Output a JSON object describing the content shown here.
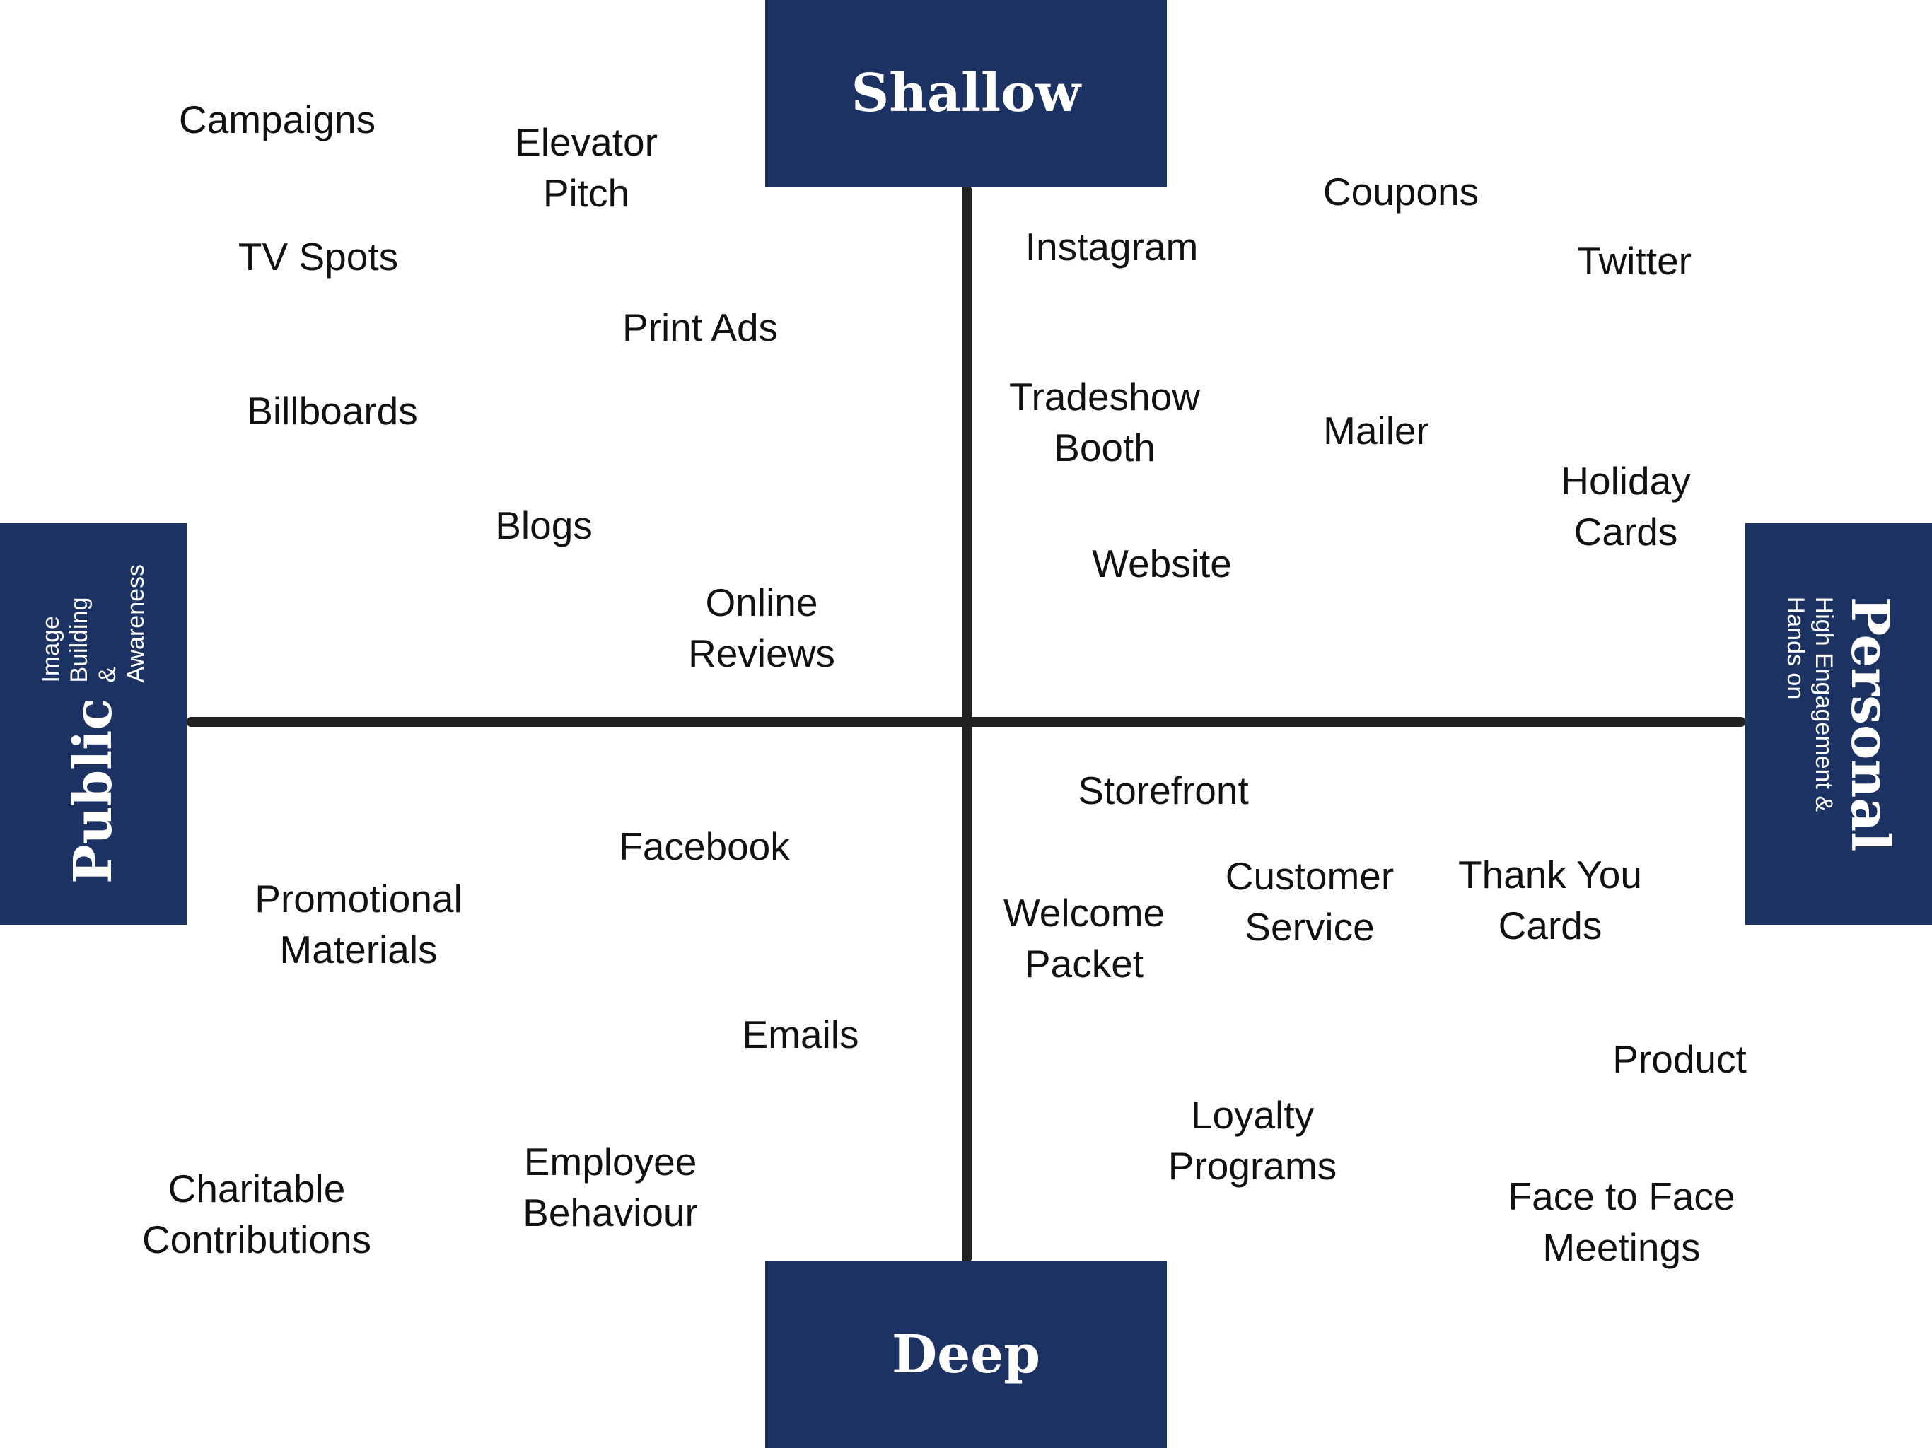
{
  "axes": {
    "top": {
      "title": "Shallow"
    },
    "bottom": {
      "title": "Deep"
    },
    "left": {
      "title": "Public",
      "subtitle": "Image Building\n& Awareness"
    },
    "right": {
      "title": "Personal",
      "subtitle": "High Engagement &\nHands on"
    }
  },
  "items": [
    {
      "label": "Campaigns"
    },
    {
      "label": "Elevator\nPitch"
    },
    {
      "label": "TV Spots"
    },
    {
      "label": "Print Ads"
    },
    {
      "label": "Billboards"
    },
    {
      "label": "Blogs"
    },
    {
      "label": "Online\nReviews"
    },
    {
      "label": "Instagram"
    },
    {
      "label": "Coupons"
    },
    {
      "label": "Twitter"
    },
    {
      "label": "Tradeshow\nBooth"
    },
    {
      "label": "Mailer"
    },
    {
      "label": "Holiday\nCards"
    },
    {
      "label": "Website"
    },
    {
      "label": "Facebook"
    },
    {
      "label": "Promotional\nMaterials"
    },
    {
      "label": "Emails"
    },
    {
      "label": "Charitable\nContributions"
    },
    {
      "label": "Employee\nBehaviour"
    },
    {
      "label": "Storefront"
    },
    {
      "label": "Welcome\nPacket"
    },
    {
      "label": "Customer\nService"
    },
    {
      "label": "Thank You\nCards"
    },
    {
      "label": "Product"
    },
    {
      "label": "Loyalty\nPrograms"
    },
    {
      "label": "Face to Face\nMeetings"
    }
  ],
  "colors": {
    "panel": "#1c3262",
    "axis": "#222222",
    "text": "#111111"
  }
}
